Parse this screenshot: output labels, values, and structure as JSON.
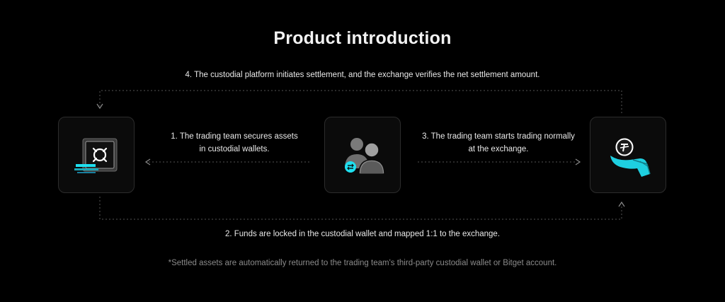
{
  "title": "Product introduction",
  "steps": {
    "step1": "1. The trading team secures assets in custodial wallets.",
    "step2": "2. Funds are locked in the custodial wallet and mapped 1:1 to the exchange.",
    "step3": "3. The trading team starts trading normally at the exchange.",
    "step4": "4. The custodial platform initiates settlement, and the exchange verifies the net settlement amount."
  },
  "footnote": "*Settled assets are automatically returned to the trading team's third-party custodial wallet or Bitget account.",
  "nodes": {
    "left_icon": "vault-icon",
    "middle_icon": "trading-team-icon",
    "right_icon": "token-on-hand-icon"
  },
  "colors": {
    "background": "#000000",
    "accent": "#1ee0f0",
    "card_border": "#2c2c2c",
    "connector": "#555555",
    "footnote": "#8a8a8a"
  }
}
